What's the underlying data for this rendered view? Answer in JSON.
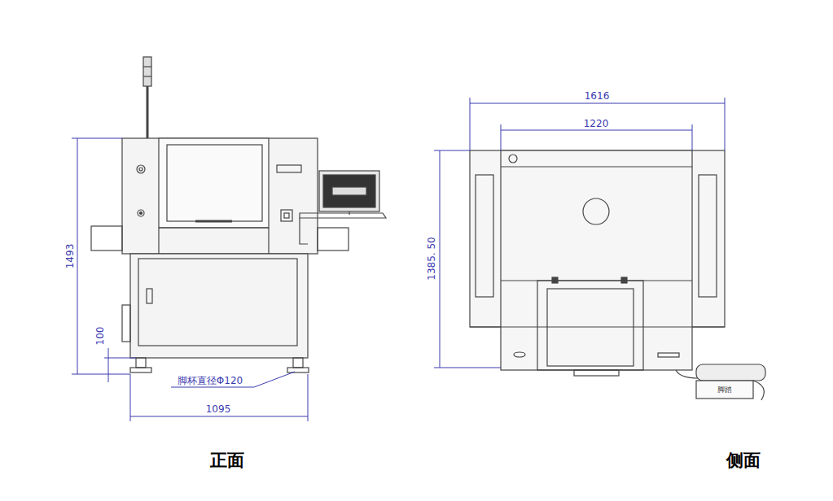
{
  "diagram": {
    "labels": [
      "1493",
      "100",
      "脚杯直径Φ120",
      "1095",
      "1616",
      "1220",
      "1385. 50",
      "脚踏",
      "正面",
      "侧面"
    ]
  }
}
